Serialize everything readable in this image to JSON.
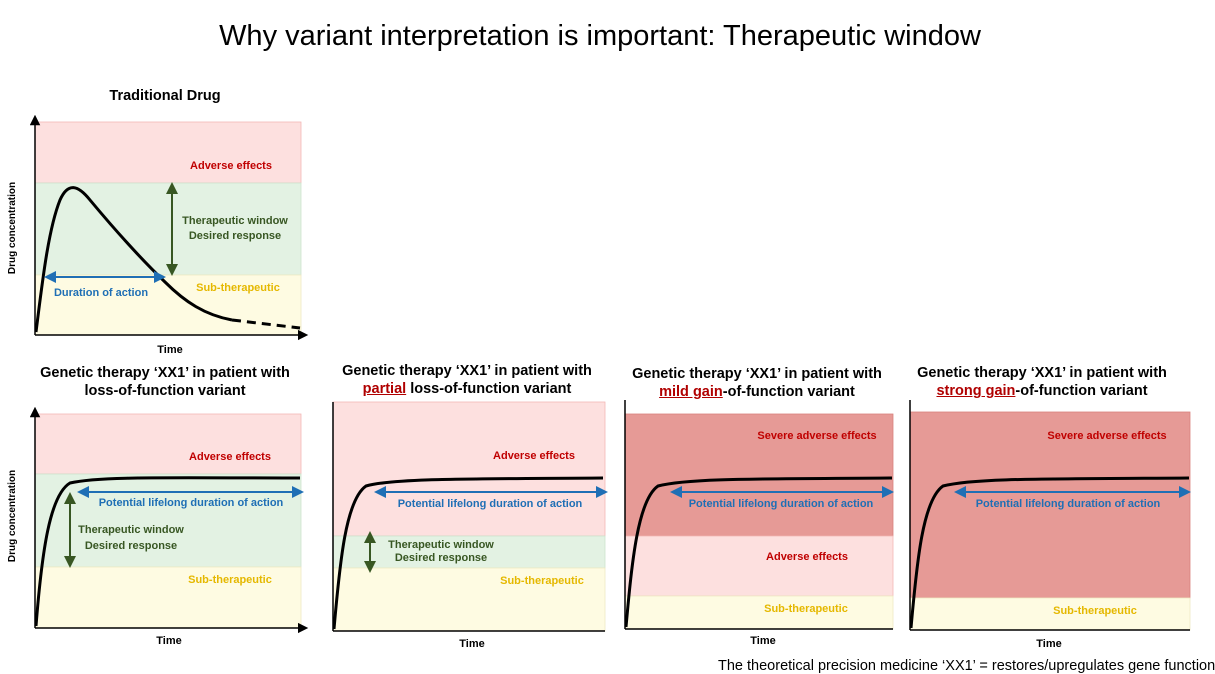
{
  "title": "Why variant interpretation is important: Therapeutic window",
  "footnote": "The theoretical precision medicine ‘XX1’ = restores/upregulates gene function",
  "colors": {
    "adverse": "#fde0df",
    "severe": "#e69a96",
    "therapeutic": "#e3f2e3",
    "sub": "#fefbe2",
    "adverse_text": "#c00000",
    "therapeutic_text": "#385723",
    "sub_text": "#e5b800",
    "duration_text": "#1f6fb5",
    "highlight_text": "#b00000"
  },
  "panels": {
    "p1": {
      "title": "Traditional Drug",
      "ylabel": "Drug concentration",
      "xlabel": "Time",
      "adverse": "Adverse effects",
      "window_line1": "Therapeutic window",
      "window_line2": "Desired response",
      "duration": "Duration of action",
      "sub": "Sub-therapeutic"
    },
    "p2": {
      "title_line1": "Genetic therapy ‘XX1’ in patient with",
      "title_line2": "loss-of-function variant",
      "ylabel": "Drug concentration",
      "xlabel": "Time",
      "adverse": "Adverse effects",
      "duration": "Potential lifelong duration of action",
      "window_line1": "Therapeutic window",
      "window_line2": "Desired response",
      "sub": "Sub-therapeutic"
    },
    "p3": {
      "title_line1": "Genetic therapy ‘XX1’ in patient with",
      "title_highlight": "partial",
      "title_rest": " loss-of-function variant",
      "xlabel": "Time",
      "adverse": "Adverse effects",
      "duration": "Potential lifelong duration of action",
      "window_line1": "Therapeutic window",
      "window_line2": "Desired response",
      "sub": "Sub-therapeutic"
    },
    "p4": {
      "title_line1": "Genetic therapy ‘XX1’ in patient with",
      "title_highlight": "mild gain",
      "title_rest": "-of-function variant",
      "xlabel": "Time",
      "severe": "Severe adverse effects",
      "duration": "Potential lifelong duration of action",
      "adverse": "Adverse effects",
      "sub": "Sub-therapeutic"
    },
    "p5": {
      "title_line1": "Genetic therapy ‘XX1’ in patient with",
      "title_highlight": "strong gain",
      "title_rest": "-of-function variant",
      "xlabel": "Time",
      "severe": "Severe adverse effects",
      "duration": "Potential lifelong duration of action",
      "sub": "Sub-therapeutic"
    }
  }
}
